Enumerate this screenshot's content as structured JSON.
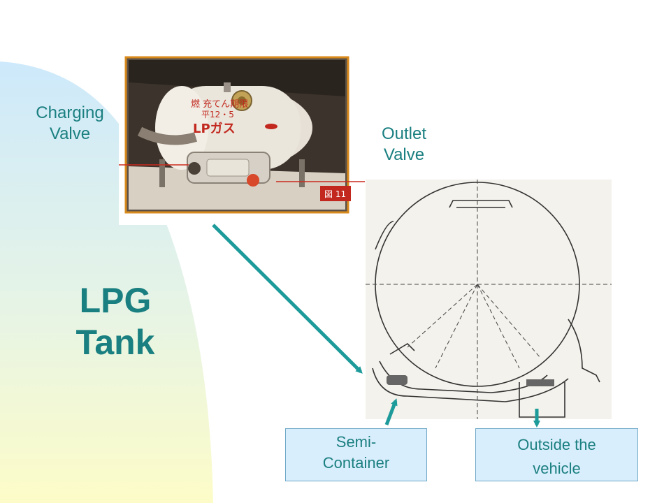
{
  "labels": {
    "charging_valve": "Charging\nValve",
    "outlet_valve": "Outlet\nValve",
    "title": "LPG\nTank",
    "semi_container": "Semi-\nContainer",
    "outside_vehicle": "Outside the\nvehicle"
  },
  "photo": {
    "tank_marking_line1": "燃 充てん期限",
    "tank_marking_line2": "平12・5",
    "tank_marking_line3": "LPガス",
    "figure_tag": "図 11"
  },
  "colors": {
    "text_teal": "#1a7f80",
    "arrow_teal": "#1d9a9a",
    "callout_fill": "#d9eefc",
    "gradient_top": "#cde9fb",
    "gradient_bottom": "#fdfcc8",
    "photo_frame_orange": "#d98a1c",
    "leader_line_red": "#cc2a1e"
  }
}
